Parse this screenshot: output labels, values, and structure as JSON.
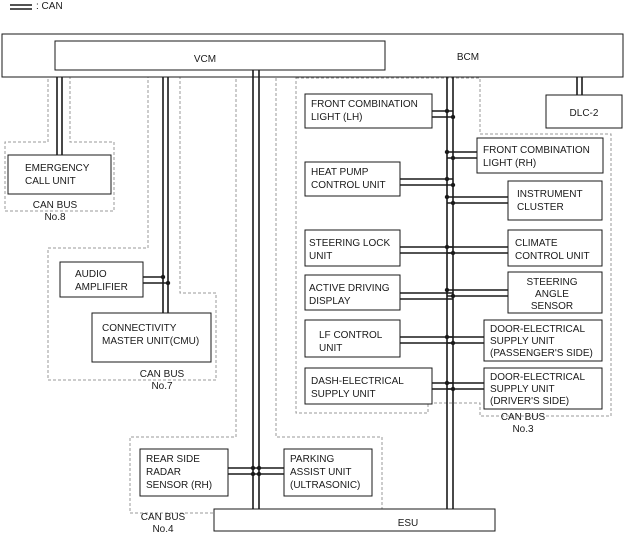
{
  "legend": {
    "label": ": CAN"
  },
  "nodes": {
    "vcm": "VCM",
    "bcm": "BCM",
    "esu": "ESU",
    "dlc2": "DLC-2",
    "emergency_call": [
      "EMERGENCY",
      "CALL UNIT"
    ],
    "audio_amplifier": [
      "AUDIO",
      "AMPLIFIER"
    ],
    "cmu": [
      "CONNECTIVITY",
      "MASTER UNIT(CMU)"
    ],
    "front_comb_lh": [
      "FRONT COMBINATION",
      "LIGHT (LH)"
    ],
    "front_comb_rh": [
      "FRONT COMBINATION",
      "LIGHT (RH)"
    ],
    "heat_pump": [
      "HEAT PUMP",
      "CONTROL UNIT"
    ],
    "instrument_cluster": [
      "INSTRUMENT",
      "CLUSTER"
    ],
    "steering_lock": [
      "STEERING LOCK",
      "UNIT"
    ],
    "climate_control": [
      "CLIMATE",
      "CONTROL UNIT"
    ],
    "active_driving_display": [
      "ACTIVE DRIVING",
      "DISPLAY"
    ],
    "steering_angle_sensor": [
      "STEERING",
      "ANGLE",
      "SENSOR"
    ],
    "lf_control": [
      "LF CONTROL",
      "UNIT"
    ],
    "door_supply_passenger": [
      "DOOR-ELECTRICAL",
      "SUPPLY UNIT",
      "(PASSENGER'S SIDE)"
    ],
    "dash_supply": [
      "DASH-ELECTRICAL",
      "SUPPLY UNIT"
    ],
    "door_supply_driver": [
      "DOOR-ELECTRICAL",
      "SUPPLY UNIT",
      "(DRIVER'S SIDE)"
    ],
    "rear_side_radar": [
      "REAR SIDE",
      "RADAR",
      "SENSOR (RH)"
    ],
    "parking_assist": [
      "PARKING",
      "ASSIST UNIT",
      "(ULTRASONIC)"
    ]
  },
  "bus_labels": {
    "bus8": [
      "CAN BUS",
      "No.8"
    ],
    "bus7": [
      "CAN BUS",
      "No.7"
    ],
    "bus3": [
      "CAN BUS",
      "No.3"
    ],
    "bus4": [
      "CAN BUS",
      "No.4"
    ]
  }
}
